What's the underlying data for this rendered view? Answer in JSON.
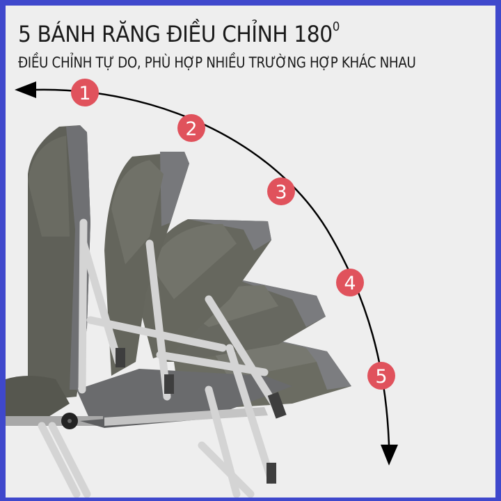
{
  "header": {
    "title": "5 BÁNH RĂNG ĐIỀU CHỈNH 180",
    "title_degree": "0",
    "subtitle": "ĐIỀU CHỈNH TỰ DO, PHÙ HỢP NHIỀU TRƯỜNG HỢP KHÁC NHAU"
  },
  "positions": [
    {
      "label": "1"
    },
    {
      "label": "2"
    },
    {
      "label": "3"
    },
    {
      "label": "4"
    },
    {
      "label": "5"
    }
  ],
  "colors": {
    "border": "#3f48cc",
    "background": "#eeeeee",
    "badge": "#e0525c",
    "text": "#1a1a1a",
    "cushion": "#6c6e63",
    "fabric_edge": "#7a7b7e",
    "frame_metal": "#d6d6d6"
  },
  "image": {
    "subject": "folding lounge chair shown in 5 recline positions",
    "arrow": "curved-arc-arrow 180 degrees"
  }
}
